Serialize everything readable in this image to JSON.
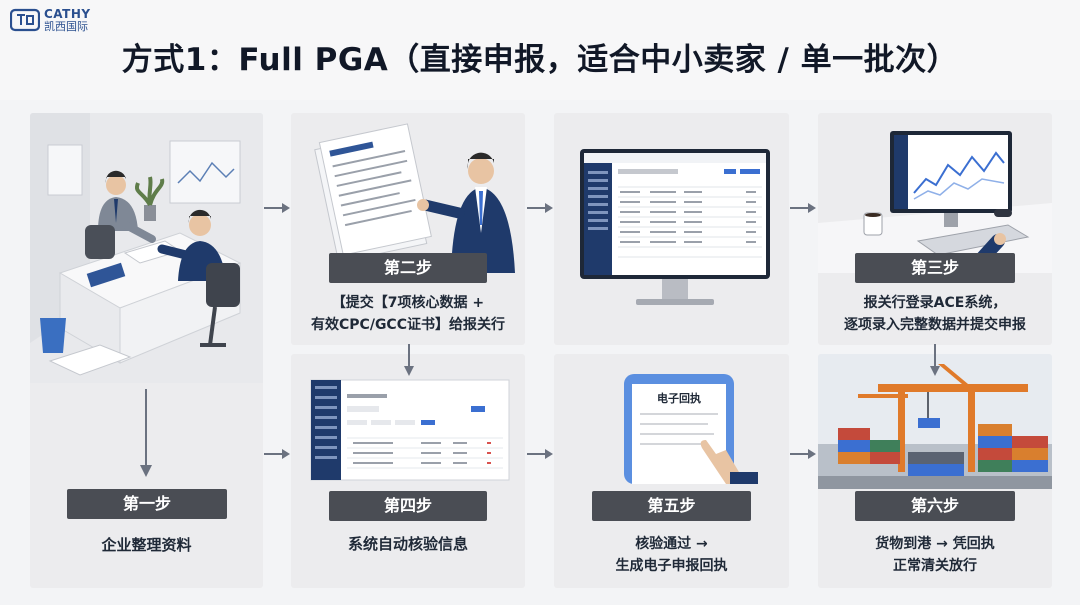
{
  "logo": {
    "en": "CATHY",
    "cn": "凯西国际"
  },
  "title": "方式1：Full PGA（直接申报，适合中小卖家 / 单一批次）",
  "steps": {
    "s1": {
      "badge": "第一步",
      "caption": "企业整理资料"
    },
    "s2": {
      "badge": "第二步",
      "caption_l1": "【提交【7项核心数据 +",
      "caption_l2": "有效CPC/GCC证书】给报关行"
    },
    "s3": {
      "badge": "第三步",
      "caption_l1": "报关行登录ACE系统，",
      "caption_l2": "逐项录入完整数据并提交申报"
    },
    "s4": {
      "badge": "第四步",
      "caption": "系统自动核验信息"
    },
    "s5": {
      "badge": "第五步",
      "caption_l1": "核验通过 →",
      "caption_l2": "生成电子申报回执",
      "receipt_title": "电子回执"
    },
    "s6": {
      "badge": "第六步",
      "caption_l1": "货物到港 → 凭回执",
      "caption_l2": "正常清关放行"
    }
  },
  "icons": {
    "logo": "cathy-logo-icon",
    "meeting": "office-meeting-illustration",
    "document": "document-handover-illustration",
    "monitor": "ace-system-monitor-illustration",
    "workstation": "data-entry-workstation-illustration",
    "verify": "system-verification-screen-illustration",
    "receipt": "electronic-receipt-tablet-illustration",
    "port": "container-port-illustration"
  },
  "colors": {
    "badge": "#4a4d54",
    "navy": "#1f3a6b",
    "blue": "#3b6fd1",
    "card": "#ececee",
    "arrow": "#6b7280"
  }
}
